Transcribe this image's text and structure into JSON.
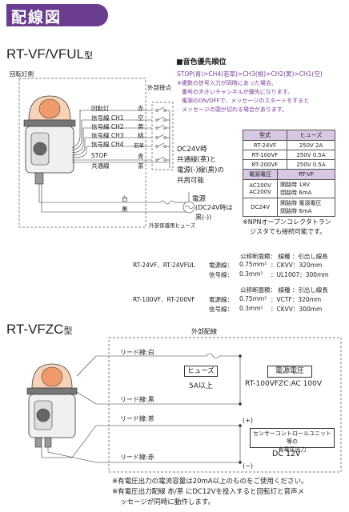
{
  "header": {
    "title": "配線図"
  },
  "model1": {
    "title": "RT-VF/VFUL",
    "suffix": "型"
  },
  "diagram1": {
    "rotary_side_label": "回転灯側",
    "contacts_label": "外部接点",
    "wires": [
      {
        "name": "回転灯",
        "color": "赤"
      },
      {
        "name": "信号線 CH1",
        "color": "空"
      },
      {
        "name": "信号線 CH2",
        "color": "黄"
      },
      {
        "name": "信号線 CH3",
        "color": "桃"
      },
      {
        "name": "信号線 CH4",
        "color": "若草"
      },
      {
        "name": "STOP",
        "color": "青"
      },
      {
        "name": "共通線",
        "color": "茶"
      }
    ],
    "common_note_1": "DC24V時",
    "common_note_2": "共通線(茶)と",
    "common_note_3": "電源(-)線(黒)の",
    "common_note_4": "共用可能",
    "wire_white": "白",
    "wire_black": "黒",
    "power_label": "電源",
    "power_note_1": "(DC24V時は",
    "power_note_2": "黒(-))",
    "fuse_label": "外部保護用ヒューズ"
  },
  "priority": {
    "title": "■音色優先順位",
    "order": "STOP(青)>CH4(若草)>CH3(桃)>CH2(黄)>CH1(空)",
    "notes": [
      "※複数の信号入力が同時にあった場合、",
      "番号の大きいチャンネルが優先になります。",
      "電源のON/OFFで、メッセージのスタートをすると",
      "メッセージの頭が切れる場合があります。"
    ]
  },
  "table_voltage": {
    "headers": [
      "型式",
      "ヒューズ"
    ],
    "rows": [
      [
        "RT-24VF",
        "250V 2A"
      ],
      [
        "RT-100VF",
        "250V 0.5A"
      ],
      [
        "RT-200VF",
        "250V 0.5A"
      ]
    ]
  },
  "table_rtvf": {
    "headers": [
      "電源電圧",
      "RT-VF"
    ],
    "rows": [
      [
        "AC100V",
        "開路時 18V"
      ],
      [
        "AC200V",
        "閉路時 6mA"
      ],
      [
        "DC24V",
        "開路時 電源電圧"
      ],
      [
        "",
        "閉路時 6mA"
      ]
    ]
  },
  "npn_note": [
    "※NPNオープンコレクタトラン",
    "ジスタでも接続可能です。"
  ],
  "cables": {
    "header": "公称断面積：  線種  ：引出し線長",
    "group1_model": "RT-24VF、RT-24VFUL",
    "group1": [
      {
        "kind": "電源線：",
        "area": "0.75mm²",
        "spec": "：CKVV：320mm"
      },
      {
        "kind": "信号線：",
        "area": "0.3mm²",
        "spec": "：UL1007：300mm"
      }
    ],
    "group2_model": "RT-100VF、RT-200VF",
    "group2": [
      {
        "kind": "電源線：",
        "area": "0.75mm²",
        "spec": "：VCTF：320mm"
      },
      {
        "kind": "信号線：",
        "area": "0.3mm²",
        "spec": "：CKVV：300mm"
      }
    ]
  },
  "model2": {
    "title": "RT-VFZC",
    "suffix": "型"
  },
  "diagram2": {
    "external_wiring": "外部配線",
    "lead_white": "リード線:白",
    "lead_black": "リード線:黒",
    "lead_brown": "リード線:茶",
    "lead_red": "リード線:赤",
    "fuse_box": "ヒューズ",
    "fuse_rating": "5A以上",
    "power_box": "電源電圧",
    "power_value": "RT-100VFZC:AC 100V",
    "plus": "(+)",
    "minus": "(−)",
    "sensor_box": "センサーコントロールユニット等の",
    "sensor_box2": "有電圧出力",
    "sensor_voltage": "DC 12V"
  },
  "footer_notes": [
    "※有電圧出力の電流容量は20mA以上のものをご使用ください。",
    "※有電圧出力配線 赤/茶 にDC12Vを投入すると回転灯と音声メ",
    "ッセージが同時に動作します。"
  ]
}
